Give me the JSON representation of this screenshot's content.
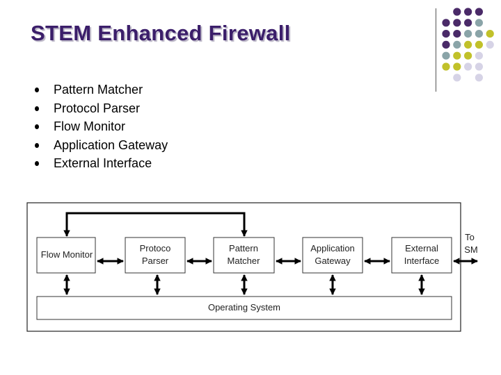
{
  "title": "STEM Enhanced Firewall",
  "bullets": [
    "Pattern Matcher",
    "Protocol Parser",
    "Flow Monitor",
    "Application Gateway",
    "External Interface"
  ],
  "diagram": {
    "modules": [
      {
        "lines": [
          "Flow Monitor"
        ]
      },
      {
        "lines": [
          "Protoco",
          "Parser"
        ]
      },
      {
        "lines": [
          "Pattern",
          "Matcher"
        ]
      },
      {
        "lines": [
          "Application",
          "Gateway"
        ]
      },
      {
        "lines": [
          "External",
          "Interface"
        ]
      }
    ],
    "os_label": "Operating System",
    "to_label": [
      "To",
      "SM"
    ]
  },
  "colors": {
    "title": "#3b1e6a",
    "dot_purple": "#4a2a68",
    "dot_teal": "#8aa4a8",
    "dot_olive": "#c1c12a",
    "dot_lavender": "#d6d3e6"
  }
}
